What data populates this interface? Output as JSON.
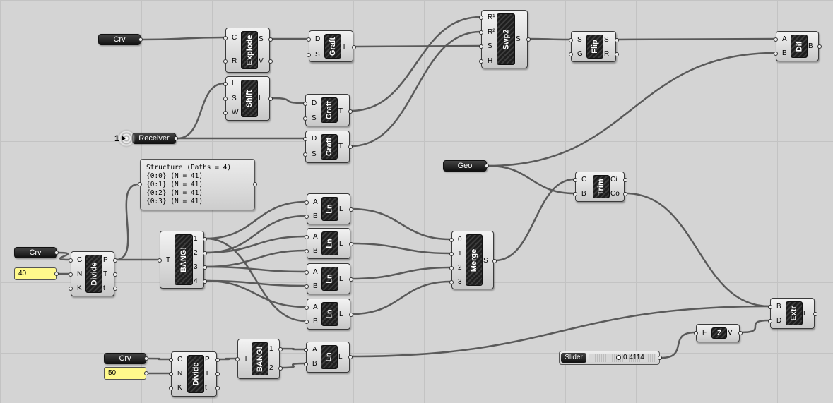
{
  "params": {
    "crv1": "Crv",
    "crv2": "Crv",
    "crv3": "Crv",
    "receiver": "Receiver",
    "receiver_index": "1",
    "geo": "Geo"
  },
  "numbers": {
    "n1": "40",
    "n2": "50"
  },
  "slider": {
    "label": "Slider",
    "value": "0.4114"
  },
  "panel": {
    "lines": [
      "Structure (Paths = 4)",
      "{0:0} (N = 41)",
      "{0:1} (N = 41)",
      "{0:2} (N = 41)",
      "{0:3} (N = 41)"
    ]
  },
  "components": {
    "explode": {
      "name": "Explode",
      "inputs": [
        "C",
        "R"
      ],
      "outputs": [
        "S",
        "V"
      ]
    },
    "graft1": {
      "name": "Graft",
      "inputs": [
        "D",
        "S"
      ],
      "outputs": [
        "T"
      ]
    },
    "shift": {
      "name": "Shift",
      "inputs": [
        "L",
        "S",
        "W"
      ],
      "outputs": [
        "L"
      ]
    },
    "graft2": {
      "name": "Graft",
      "inputs": [
        "D",
        "S"
      ],
      "outputs": [
        "T"
      ]
    },
    "graft3": {
      "name": "Graft",
      "inputs": [
        "D",
        "S"
      ],
      "outputs": [
        "T"
      ]
    },
    "swp2": {
      "name": "Swp2",
      "inputs": [
        "R¹",
        "R²",
        "S",
        "H"
      ],
      "outputs": [
        "S"
      ]
    },
    "flip": {
      "name": "Flip",
      "inputs": [
        "S",
        "G"
      ],
      "outputs": [
        "S",
        "R"
      ]
    },
    "dif": {
      "name": "Dif",
      "inputs": [
        "A",
        "B"
      ],
      "outputs": [
        "B"
      ]
    },
    "divide1": {
      "name": "Divide",
      "inputs": [
        "C",
        "N",
        "K"
      ],
      "outputs": [
        "P",
        "T",
        "t"
      ]
    },
    "bang1": {
      "name": "BANG!",
      "inputs": [
        "T"
      ],
      "outputs": [
        "1",
        "2",
        "3",
        "4"
      ]
    },
    "ln1": {
      "name": "Ln",
      "inputs": [
        "A",
        "B"
      ],
      "outputs": [
        "L"
      ]
    },
    "ln2": {
      "name": "Ln",
      "inputs": [
        "A",
        "B"
      ],
      "outputs": [
        "L"
      ]
    },
    "ln3": {
      "name": "Ln",
      "inputs": [
        "A",
        "B"
      ],
      "outputs": [
        "L"
      ]
    },
    "ln4": {
      "name": "Ln",
      "inputs": [
        "A",
        "B"
      ],
      "outputs": [
        "L"
      ]
    },
    "merge": {
      "name": "Merge",
      "inputs": [
        "0",
        "1",
        "2",
        "3"
      ],
      "outputs": [
        "S"
      ]
    },
    "trim": {
      "name": "Trim",
      "inputs": [
        "C",
        "B"
      ],
      "outputs": [
        "Ci",
        "Co"
      ]
    },
    "extr": {
      "name": "Extr",
      "inputs": [
        "B",
        "D"
      ],
      "outputs": [
        "E"
      ]
    },
    "z": {
      "name": "Z",
      "inputs": [
        "F"
      ],
      "outputs": [
        "V"
      ]
    },
    "divide2": {
      "name": "Divide",
      "inputs": [
        "C",
        "N",
        "K"
      ],
      "outputs": [
        "P",
        "T",
        "t"
      ]
    },
    "bang2": {
      "name": "BANG!",
      "inputs": [
        "T"
      ],
      "outputs": [
        "1",
        "2"
      ]
    },
    "ln5": {
      "name": "Ln",
      "inputs": [
        "A",
        "B"
      ],
      "outputs": [
        "L"
      ]
    }
  },
  "colors": {
    "canvas": "#d4d4d4",
    "wire": "#5a5a5a",
    "number_fill": "#fff98c"
  }
}
